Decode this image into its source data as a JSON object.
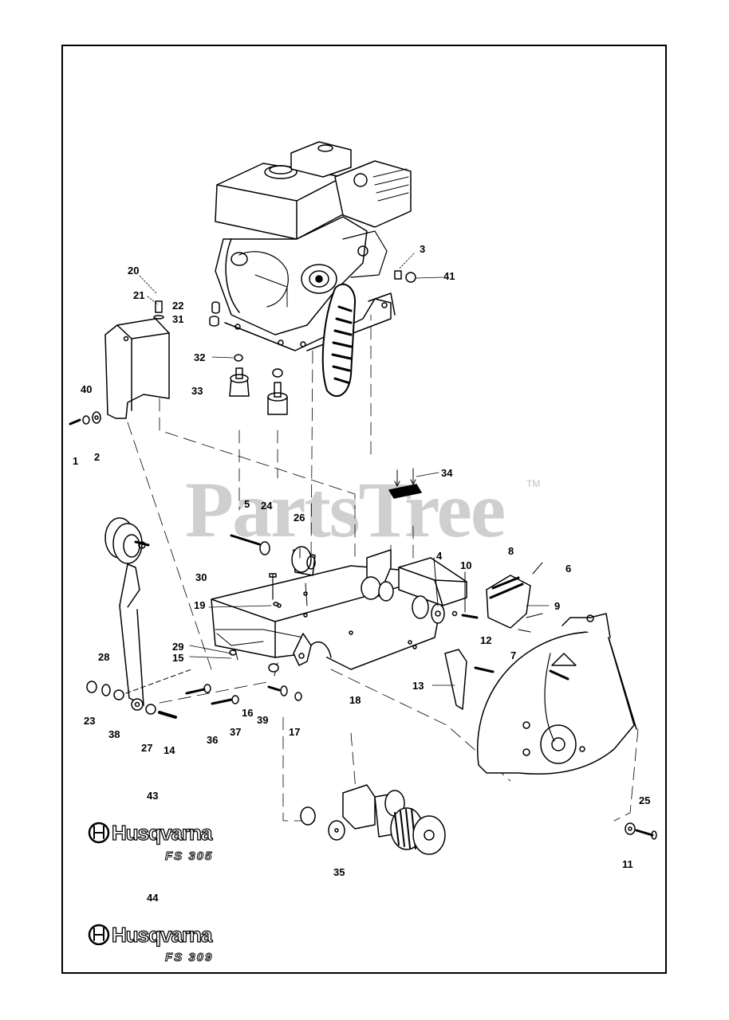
{
  "watermark": {
    "text": "PartsTree",
    "trademark": "TM"
  },
  "logos": [
    {
      "brand": "Husqvarna",
      "model": "FS 305",
      "callout": "43"
    },
    {
      "brand": "Husqvarna",
      "model": "FS 309",
      "callout": "44"
    }
  ],
  "callouts": {
    "n1": "1",
    "n2": "2",
    "n3": "3",
    "n4": "4",
    "n5": "5",
    "n6": "6",
    "n7": "7",
    "n8": "8",
    "n9": "9",
    "n10": "10",
    "n11": "11",
    "n12": "12",
    "n13": "13",
    "n14": "14",
    "n15": "15",
    "n16": "16",
    "n17": "17",
    "n18": "18",
    "n19": "19",
    "n20": "20",
    "n21": "21",
    "n22": "22",
    "n23": "23",
    "n24": "24",
    "n25": "25",
    "n26": "26",
    "n27": "27",
    "n28": "28",
    "n29": "29",
    "n30": "30",
    "n31": "31",
    "n32": "32",
    "n33": "33",
    "n34": "34",
    "n35": "35",
    "n36": "36",
    "n37": "37",
    "n38": "38",
    "n39": "39",
    "n40": "40",
    "n41": "41",
    "n43": "43",
    "n44": "44"
  },
  "colors": {
    "line": "#000000",
    "watermark": "#cfcfcf",
    "background": "#ffffff"
  }
}
